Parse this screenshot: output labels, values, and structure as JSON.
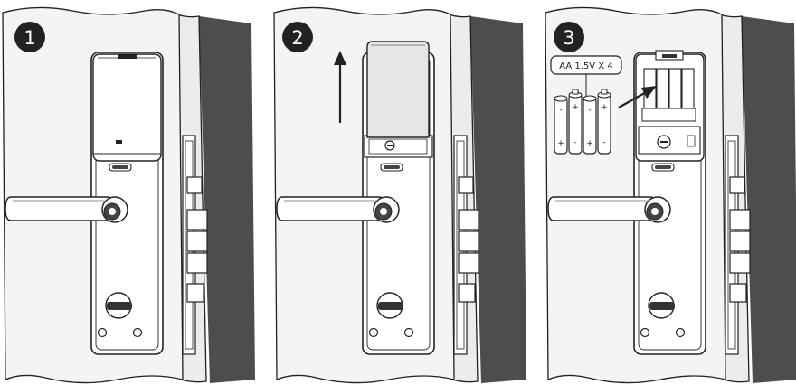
{
  "panels": [
    {
      "step": "1"
    },
    {
      "step": "2"
    },
    {
      "step": "3"
    }
  ],
  "battery": {
    "label": "AA 1.5V X 4",
    "polarity": [
      "-",
      "+",
      "+",
      "-",
      "-",
      "+",
      "+",
      "-"
    ]
  },
  "colors": {
    "line": "#222222",
    "wall": "#4d4d4d",
    "door_face": "#f4f4f4",
    "badge": "#222222",
    "lock_body": "#ffffff"
  }
}
